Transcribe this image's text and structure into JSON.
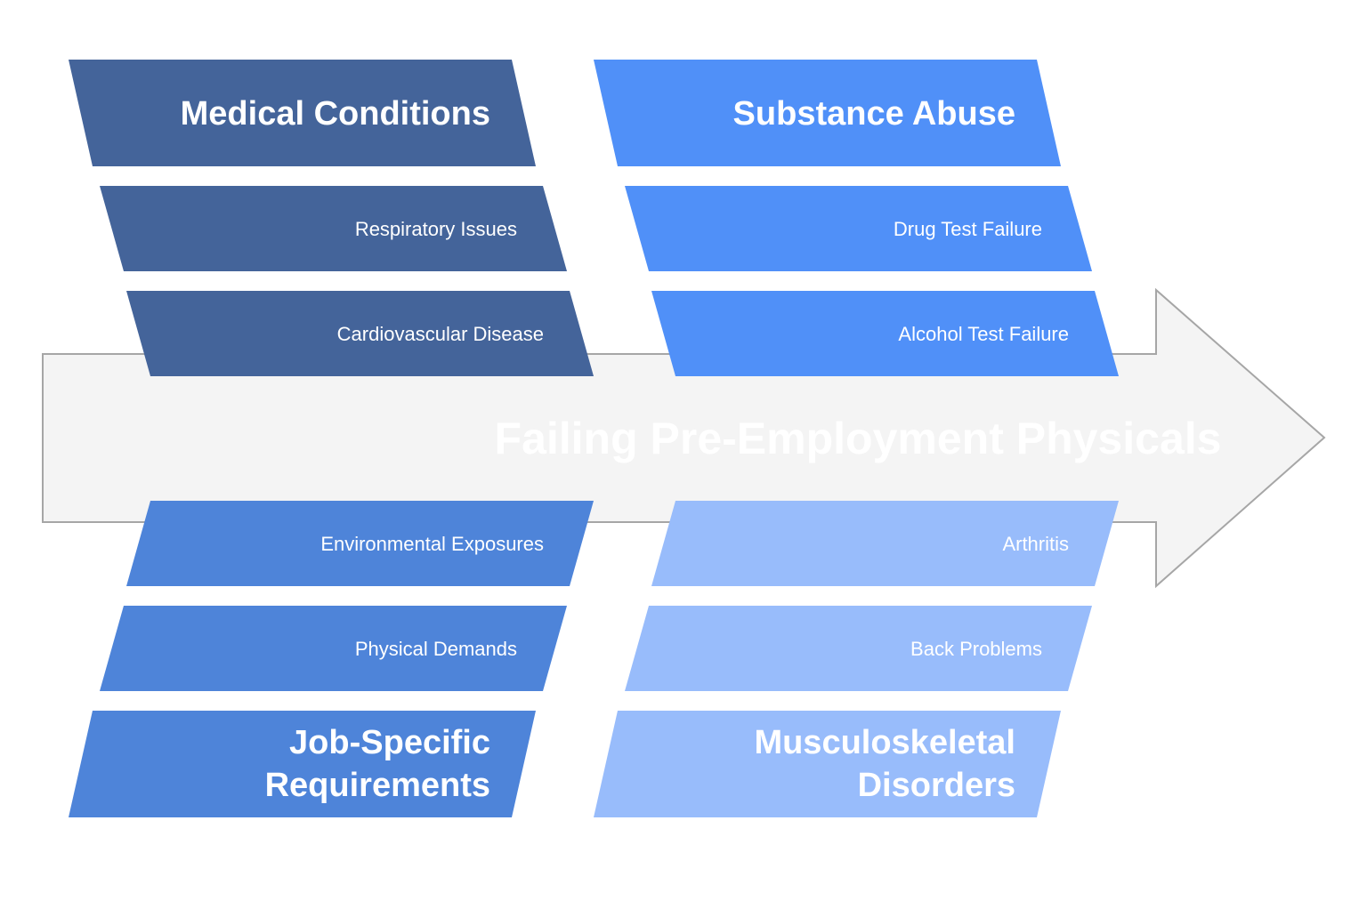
{
  "diagram": {
    "effect": "Failing Pre-Employment Physicals",
    "colors": {
      "arrow_fill": "#f4f4f4",
      "arrow_stroke": "#a6a6a6",
      "effect_text": "#ffffff",
      "label_text": "#ffffff"
    },
    "categories": [
      {
        "id": "medical-conditions",
        "lines": [
          "Medical Conditions"
        ],
        "color": "#44649a",
        "causes": [
          "Respiratory Issues",
          "Cardiovascular Disease"
        ]
      },
      {
        "id": "substance-abuse",
        "lines": [
          "Substance Abuse"
        ],
        "color": "#5090f8",
        "causes": [
          "Drug Test Failure",
          "Alcohol Test Failure"
        ]
      },
      {
        "id": "job-specific-requirements",
        "lines": [
          "Job-Specific",
          "Requirements"
        ],
        "color": "#4e84d9",
        "causes": [
          "Environmental Exposures",
          "Physical Demands"
        ]
      },
      {
        "id": "musculoskeletal-disorders",
        "lines": [
          "Musculoskeletal",
          "Disorders"
        ],
        "color": "#98bcfb",
        "causes": [
          "Arthritis",
          "Back Problems"
        ]
      }
    ]
  }
}
